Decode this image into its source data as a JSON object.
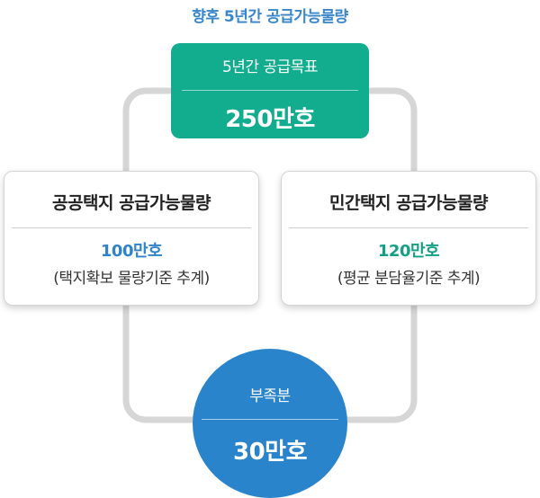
{
  "title": "향후 5년간 공급가능물량",
  "goal": {
    "label": "5년간 공급목표",
    "value": "250만호"
  },
  "public_land": {
    "title": "공공택지 공급가능물량",
    "value": "100만호",
    "note": "(택지확보 물량기준 추계)"
  },
  "private_land": {
    "title": "민간택지 공급가능물량",
    "value": "120만호",
    "note": "(평균 분담율기준 추계)"
  },
  "shortfall": {
    "label": "부족분",
    "value": "30만호"
  },
  "colors": {
    "title": "#3a86c8",
    "goal": "#12ad8e",
    "shortfall": "#2a84cc",
    "public_value": "#2f83c8",
    "private_value": "#14a084",
    "connector": "#d6d6d6"
  }
}
